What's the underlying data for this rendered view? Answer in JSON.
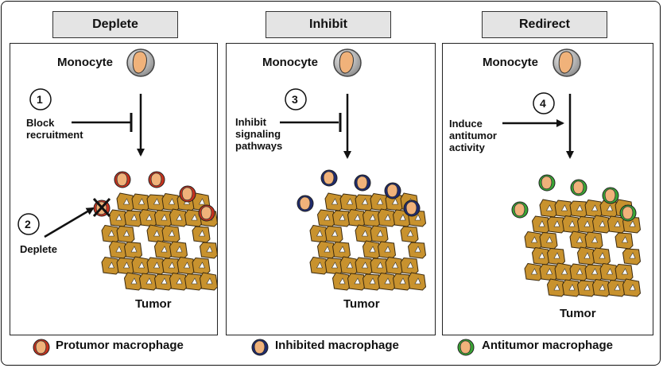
{
  "panels": [
    {
      "title": "Deplete",
      "monocyte": "Monocyte",
      "step1_number": "1",
      "step1_label": "Block\nrecruitment",
      "step2_number": "2",
      "step2_label": "Deplete",
      "tumor": "Tumor",
      "legend": "Protumor macrophage"
    },
    {
      "title": "Inhibit",
      "monocyte": "Monocyte",
      "step_number": "3",
      "step_label": "Inhibit\nsignaling\npathways",
      "tumor": "Tumor",
      "legend": "Inhibited macrophage"
    },
    {
      "title": "Redirect",
      "monocyte": "Monocyte",
      "step_number": "4",
      "step_label": "Induce\nantitumor\nactivity",
      "tumor": "Tumor",
      "legend": "Antitumor macrophage"
    }
  ],
  "colors": {
    "protumor": "#c8321e",
    "inhibited": "#1e2a6e",
    "antitumor": "#3aa535",
    "cell_body": "#f0b27a",
    "tumor_cell": "#c8922e"
  }
}
